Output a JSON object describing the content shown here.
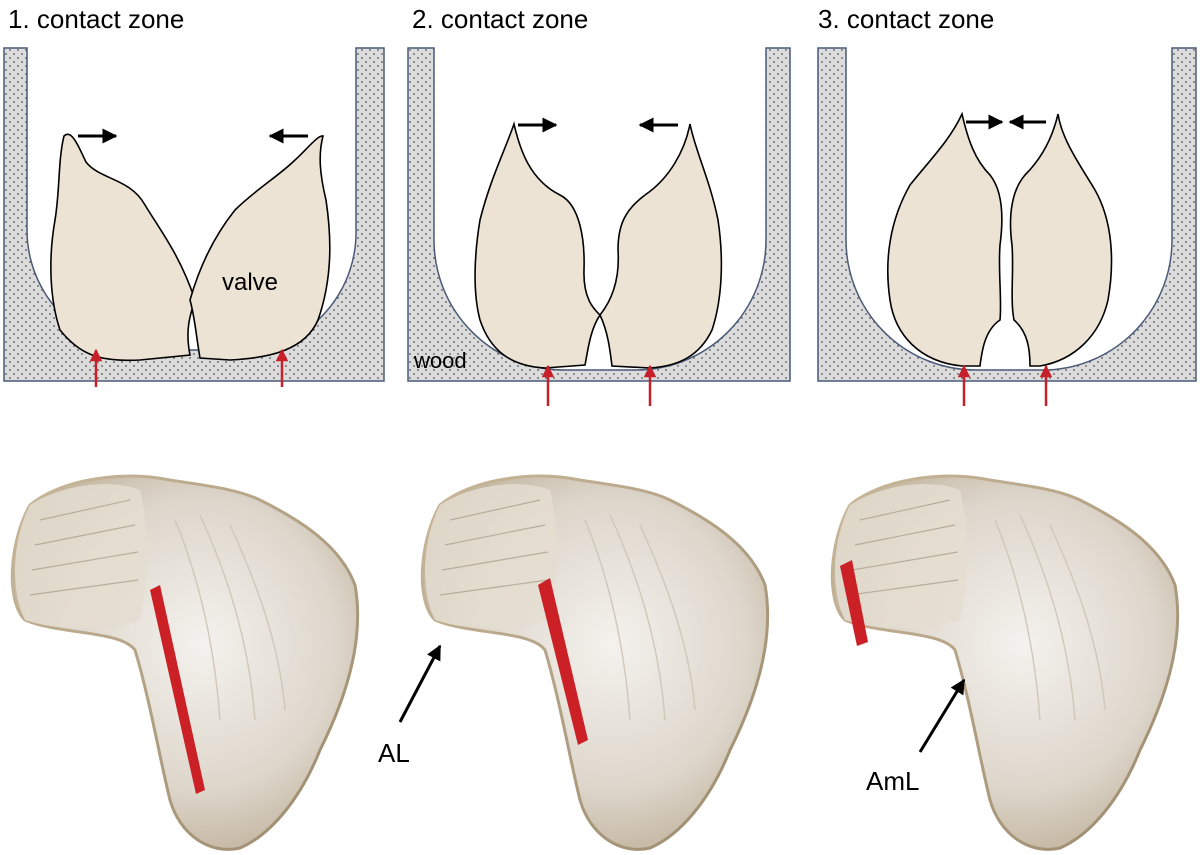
{
  "panels": [
    {
      "title": "1. contact zone"
    },
    {
      "title": "2. contact zone"
    },
    {
      "title": "3. contact zone"
    }
  ],
  "labels": {
    "valve": "valve",
    "wood": "wood",
    "al": "AL",
    "aml": "AmL"
  },
  "colors": {
    "wood_fill": "#dcdcdc",
    "wood_border": "#4a5a78",
    "valve_fill": "#ece3d4",
    "arrow_black": "#000000",
    "arrow_red": "#c8202a",
    "contact_bar": "#cc2027"
  }
}
